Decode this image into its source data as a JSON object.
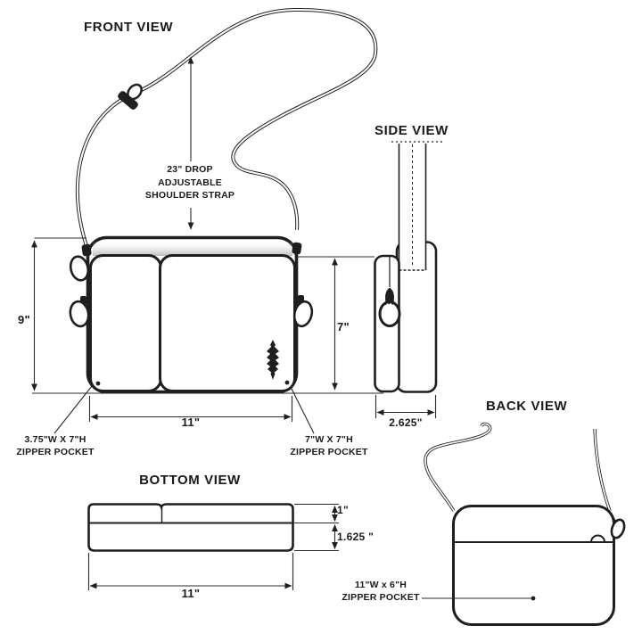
{
  "document_title": "Crossbody bag technical spec diagram",
  "colors": {
    "line": "#1f1f1f",
    "dim_line": "#2a2a2a",
    "background": "#ffffff",
    "flap_shadow": "#9e9e9e"
  },
  "front_view": {
    "title": "FRONT VIEW",
    "strap_annotation": [
      "23\" DROP",
      "ADJUSTABLE",
      "SHOULDER STRAP"
    ],
    "height_dim": "9\"",
    "width_dim": "11\"",
    "left_pocket_label": [
      "3.75\"W X 7\"H",
      "ZIPPER POCKET"
    ],
    "right_pocket_label": [
      "7\"W X 7\"H",
      "ZIPPER POCKET"
    ]
  },
  "side_view": {
    "title": "SIDE VIEW",
    "height_dim": "7\"",
    "depth_dim": "2.625\""
  },
  "back_view": {
    "title": "BACK VIEW",
    "pocket_label": [
      "11\"W x 6\"H",
      "ZIPPER POCKET"
    ]
  },
  "bottom_view": {
    "title": "BOTTOM VIEW",
    "front_depth_dim": "1\"",
    "base_depth_dim": "1.625 \"",
    "width_dim": "11\""
  },
  "icons": {
    "front_pocket_logo": "feather-icon",
    "side_zipper": "zipper-pull-icon",
    "back_zipper": "zipper-pull-icon",
    "strap_hardware": "strap-adjuster-icon"
  }
}
